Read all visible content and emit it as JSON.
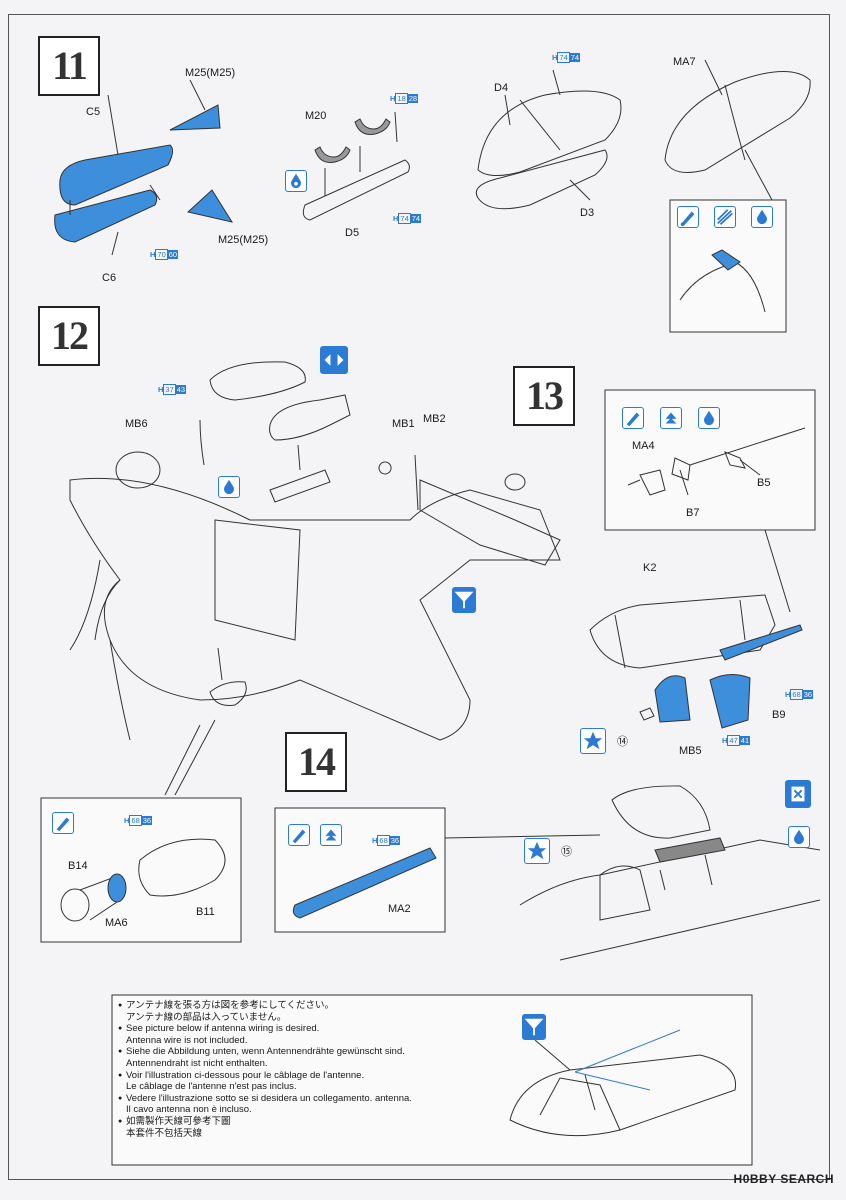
{
  "steps": [
    "11",
    "12",
    "13",
    "14"
  ],
  "parts": {
    "c5": "C5",
    "c6": "C6",
    "m25_top": "M25(M25)",
    "m25_bottom": "M25(M25)",
    "m20": "M20",
    "d5": "D5",
    "d4": "D4",
    "d3": "D3",
    "ma7": "MA7",
    "mb6": "MB6",
    "mb1": "MB1",
    "mb2": "MB2",
    "ma4": "MA4",
    "b5": "B5",
    "b7": "B7",
    "k2": "K2",
    "b9": "B9",
    "mb5": "MB5",
    "b14": "B14",
    "ma6": "MA6",
    "b11": "B11",
    "ma2": "MA2"
  },
  "decals": {
    "n14": "⑭",
    "n15": "⑮"
  },
  "paint_codes": {
    "c6": {
      "h": "H",
      "a": "70",
      "b": "60"
    },
    "m20": {
      "h": "H",
      "a": "18",
      "b": "28"
    },
    "d5": {
      "h": "H",
      "a": "74",
      "b": "74"
    },
    "d4": {
      "h": "H",
      "a": "74",
      "b": "74"
    },
    "mb6": {
      "h": "H",
      "a": "37",
      "b": "43"
    },
    "b9_top": {
      "h": "H",
      "a": "68",
      "b": "36"
    },
    "b9_bottom": {
      "h": "H",
      "a": "47",
      "b": "41"
    },
    "ma6": {
      "h": "H",
      "a": "68",
      "b": "36"
    },
    "ma2": {
      "h": "H",
      "a": "68",
      "b": "36"
    }
  },
  "icons": [
    "glue-icon",
    "paint-icon",
    "stripe-paint-icon",
    "flip-icon",
    "antenna-icon",
    "decal-icon",
    "sticker-icon"
  ],
  "accent_color": "#2b7ad3",
  "part_fill_color": "#3d8fdc",
  "notes": {
    "jp1": "アンテナ線を張る方は図を参考にしてください。",
    "jp2": "アンテナ線の部品は入っていません。",
    "en1": "See picture below if antenna wiring is desired.",
    "en2": "Antenna wire is not included.",
    "de1": "Siehe die Abbildung unten, wenn Antennendrähte gewünscht sind.",
    "de2": "Antennendraht ist nicht enthalten.",
    "fr1": "Voir l'illustration ci-dessous pour le câblage de l'antenne.",
    "fr2": "Le câblage de l'antenne n'est pas inclus.",
    "it1": "Vedere l'illustrazione sotto se si desidera un collegamento. antenna.",
    "it2": "Il cavo antenna non è incluso.",
    "zh1": "如需製作天線可參考下圖",
    "zh2": "本套件不包括天線"
  },
  "watermark": "H0BBY SEARCH"
}
